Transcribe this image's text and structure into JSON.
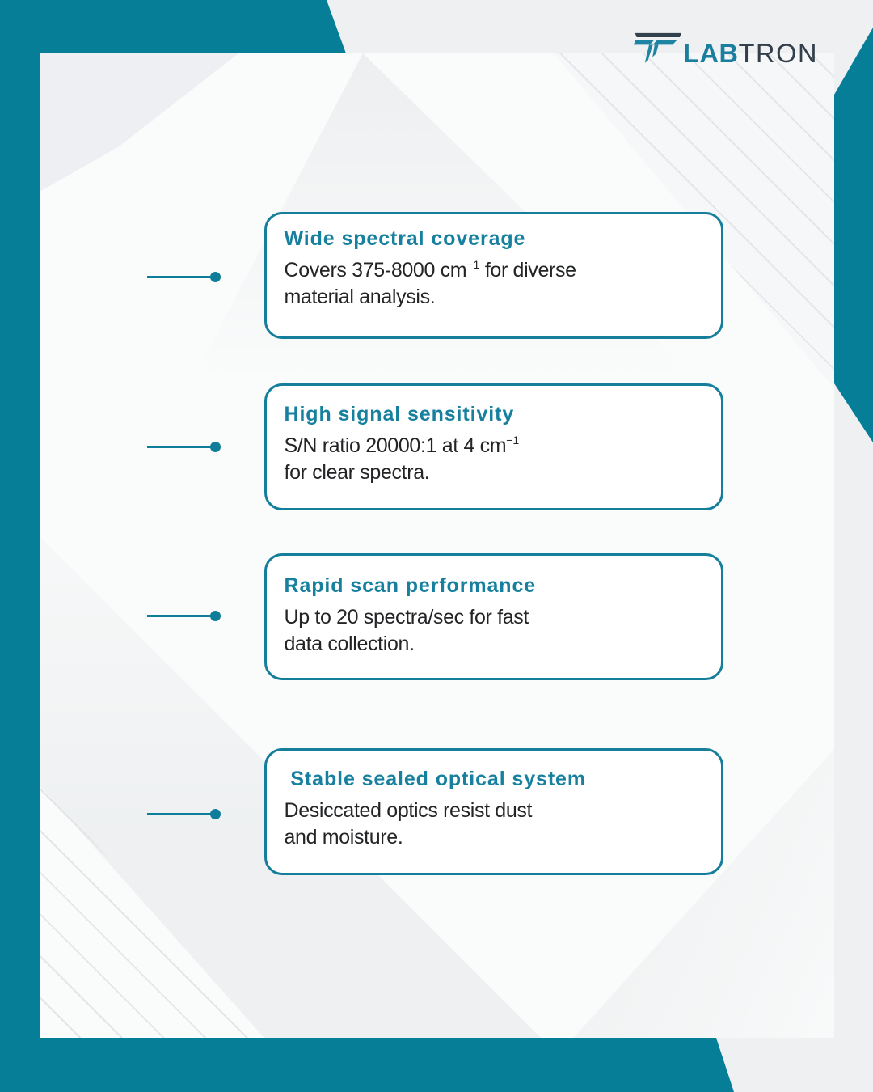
{
  "brand": {
    "name_bold": "LAB",
    "name_light": "TRON",
    "icon": "labtron-t-icon"
  },
  "colors": {
    "teal_shape": "#067e97",
    "teal_border": "#147e9b",
    "teal_heading": "#17809f",
    "logo_dark": "#333f4b",
    "body_text": "#232426",
    "page_bg": "#eff0f1",
    "panel_bg": "#fafbfb"
  },
  "cards": [
    {
      "title": "Wide spectral coverage",
      "line1_pre": "Covers 375-8000 cm",
      "line1_sup": "−1",
      "line1_post": " for diverse",
      "line2": "material analysis."
    },
    {
      "title": "High signal sensitivity",
      "line1_pre": "S/N ratio 20000:1 at 4 cm",
      "line1_sup": "−1",
      "line1_post": "",
      "line2": "for clear spectra."
    },
    {
      "title": "Rapid scan performance",
      "line1_pre": "Up to 20 spectra/sec for fast",
      "line1_sup": "",
      "line1_post": "",
      "line2": "data collection."
    },
    {
      "title": " Stable sealed optical system",
      "line1_pre": "Desiccated optics resist dust",
      "line1_sup": "",
      "line1_post": "",
      "line2": "and moisture."
    }
  ]
}
